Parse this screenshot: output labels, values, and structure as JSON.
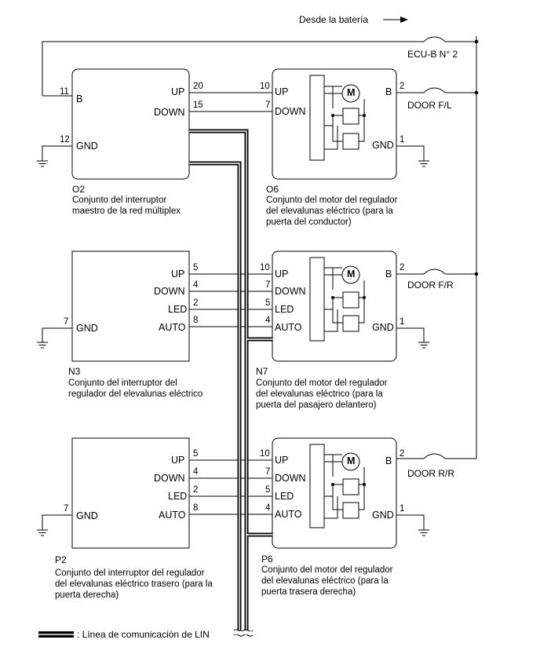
{
  "top": {
    "battery_label": "Desde la batería",
    "fuse_ecub": "ECU-B N° 2"
  },
  "fuses": {
    "door_fl": "DOOR F/L",
    "door_fr": "DOOR F/R",
    "door_rr": "DOOR R/R"
  },
  "o2": {
    "code": "O2",
    "caption": [
      "Conjunto del interruptor",
      "maestro de la red múltiplex"
    ],
    "signals": {
      "b": "B",
      "gnd": "GND",
      "up": "UP",
      "down": "DOWN"
    },
    "pins": {
      "b": "11",
      "gnd": "12",
      "up": "20",
      "down": "15"
    }
  },
  "o6": {
    "code": "O6",
    "caption": [
      "Conjunto del motor del regulador",
      "del elevalunas eléctrico (para la",
      "puerta del conductor)"
    ],
    "signals": {
      "up": "UP",
      "down": "DOWN",
      "b": "B",
      "gnd": "GND",
      "motor": "M"
    },
    "pins": {
      "up": "10",
      "down": "7",
      "b": "2",
      "gnd": "1"
    }
  },
  "n3": {
    "code": "N3",
    "caption": [
      "Conjunto del interruptor del",
      "regulador del elevalunas eléctrico"
    ],
    "signals": {
      "gnd": "GND",
      "up": "UP",
      "down": "DOWN",
      "led": "LED",
      "auto": "AUTO"
    },
    "pins": {
      "gnd": "7",
      "up": "5",
      "down": "4",
      "led": "2",
      "auto": "8"
    }
  },
  "n7": {
    "code": "N7",
    "caption": [
      "Conjunto del motor del regulador",
      "del elevalunas eléctrico (para la",
      "puerta del pasajero delantero)"
    ],
    "signals": {
      "up": "UP",
      "down": "DOWN",
      "led": "LED",
      "auto": "AUTO",
      "b": "B",
      "gnd": "GND",
      "motor": "M"
    },
    "pins": {
      "up": "10",
      "down": "7",
      "led": "5",
      "auto": "4",
      "b": "2",
      "gnd": "1"
    }
  },
  "p2": {
    "code": "P2",
    "caption": [
      "Conjunto del interruptor del regulador",
      "del elevalunas eléctrico trasero (para la",
      "puerta derecha)"
    ],
    "signals": {
      "gnd": "GND",
      "up": "UP",
      "down": "DOWN",
      "led": "LED",
      "auto": "AUTO"
    },
    "pins": {
      "gnd": "7",
      "up": "5",
      "down": "4",
      "led": "2",
      "auto": "8"
    }
  },
  "p6": {
    "code": "P6",
    "caption": [
      "Conjunto del motor del regulador",
      "del elevalunas eléctrico (para la",
      "puerta trasera derecha)"
    ],
    "signals": {
      "up": "UP",
      "down": "DOWN",
      "led": "LED",
      "auto": "AUTO",
      "b": "B",
      "gnd": "GND",
      "motor": "M"
    },
    "pins": {
      "up": "10",
      "down": "7",
      "led": "5",
      "auto": "4",
      "b": "2",
      "gnd": "1"
    }
  },
  "legend": {
    "text": ": Línea de comunicación de LIN"
  }
}
